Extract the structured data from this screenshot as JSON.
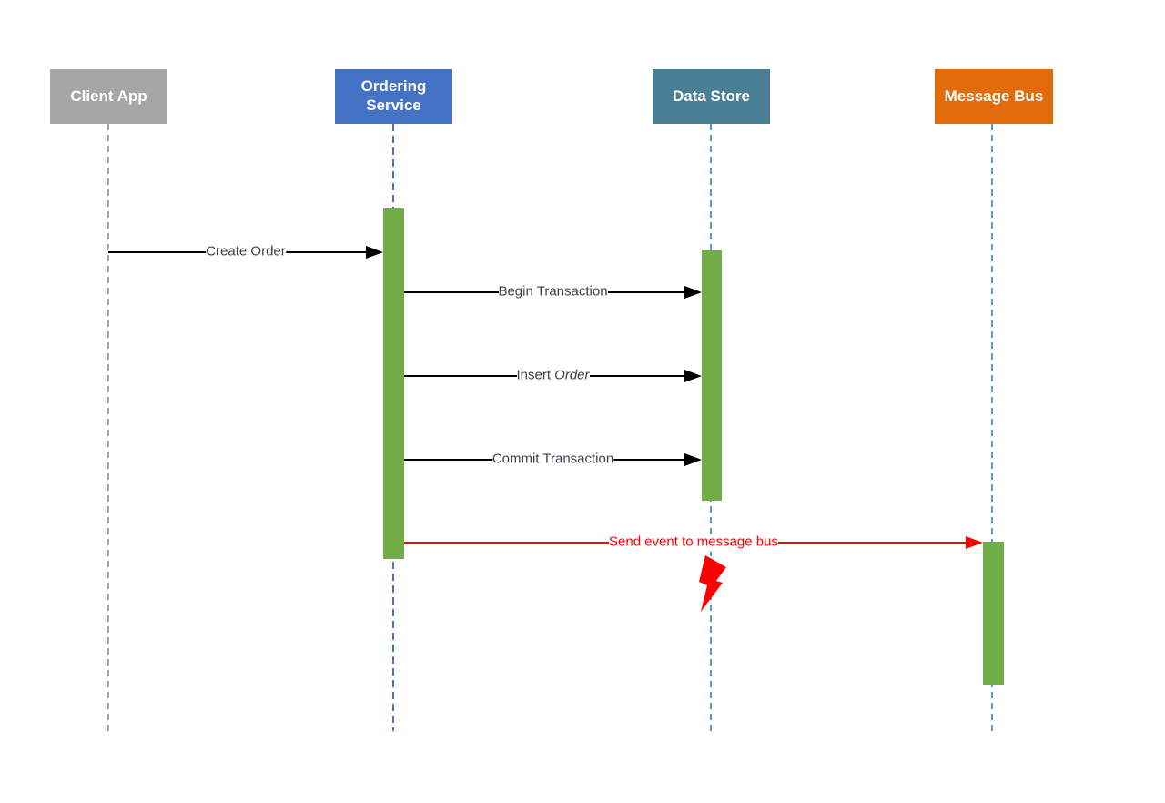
{
  "actors": [
    {
      "id": "client-app",
      "label": "Client App",
      "box_color": "#A6A6A6",
      "lifeline_color": "#A6A6A6"
    },
    {
      "id": "ordering-service",
      "label": "Ordering Service",
      "box_color": "#4472C4",
      "lifeline_color": "#4472C4"
    },
    {
      "id": "data-store",
      "label": "Data Store",
      "box_color": "#4A7E95",
      "lifeline_color": "#5B9BD5"
    },
    {
      "id": "message-bus",
      "label": "Message Bus",
      "box_color": "#E36C0A",
      "lifeline_color": "#5B9BD5"
    }
  ],
  "activations": [
    {
      "actor": "ordering-service",
      "color": "#70AD47"
    },
    {
      "actor": "data-store",
      "color": "#70AD47"
    },
    {
      "actor": "message-bus",
      "color": "#70AD47"
    }
  ],
  "messages": [
    {
      "from": "client-app",
      "to": "ordering-service",
      "label": "Create Order",
      "color": "#000000"
    },
    {
      "from": "ordering-service",
      "to": "data-store",
      "label": "Begin Transaction",
      "color": "#000000"
    },
    {
      "from": "ordering-service",
      "to": "data-store",
      "label_plain": "Insert ",
      "label_italic": "Order",
      "color": "#000000"
    },
    {
      "from": "ordering-service",
      "to": "data-store",
      "label": "Commit Transaction",
      "color": "#000000"
    },
    {
      "from": "ordering-service",
      "to": "message-bus",
      "label": "Send event to message bus",
      "color": "#FF0000"
    }
  ],
  "annotations": [
    {
      "type": "failure-bolt",
      "icon": "lightning-bolt-icon",
      "near": "data-store",
      "color": "#FF0000"
    }
  ],
  "label_text_color": "#3E3D50"
}
